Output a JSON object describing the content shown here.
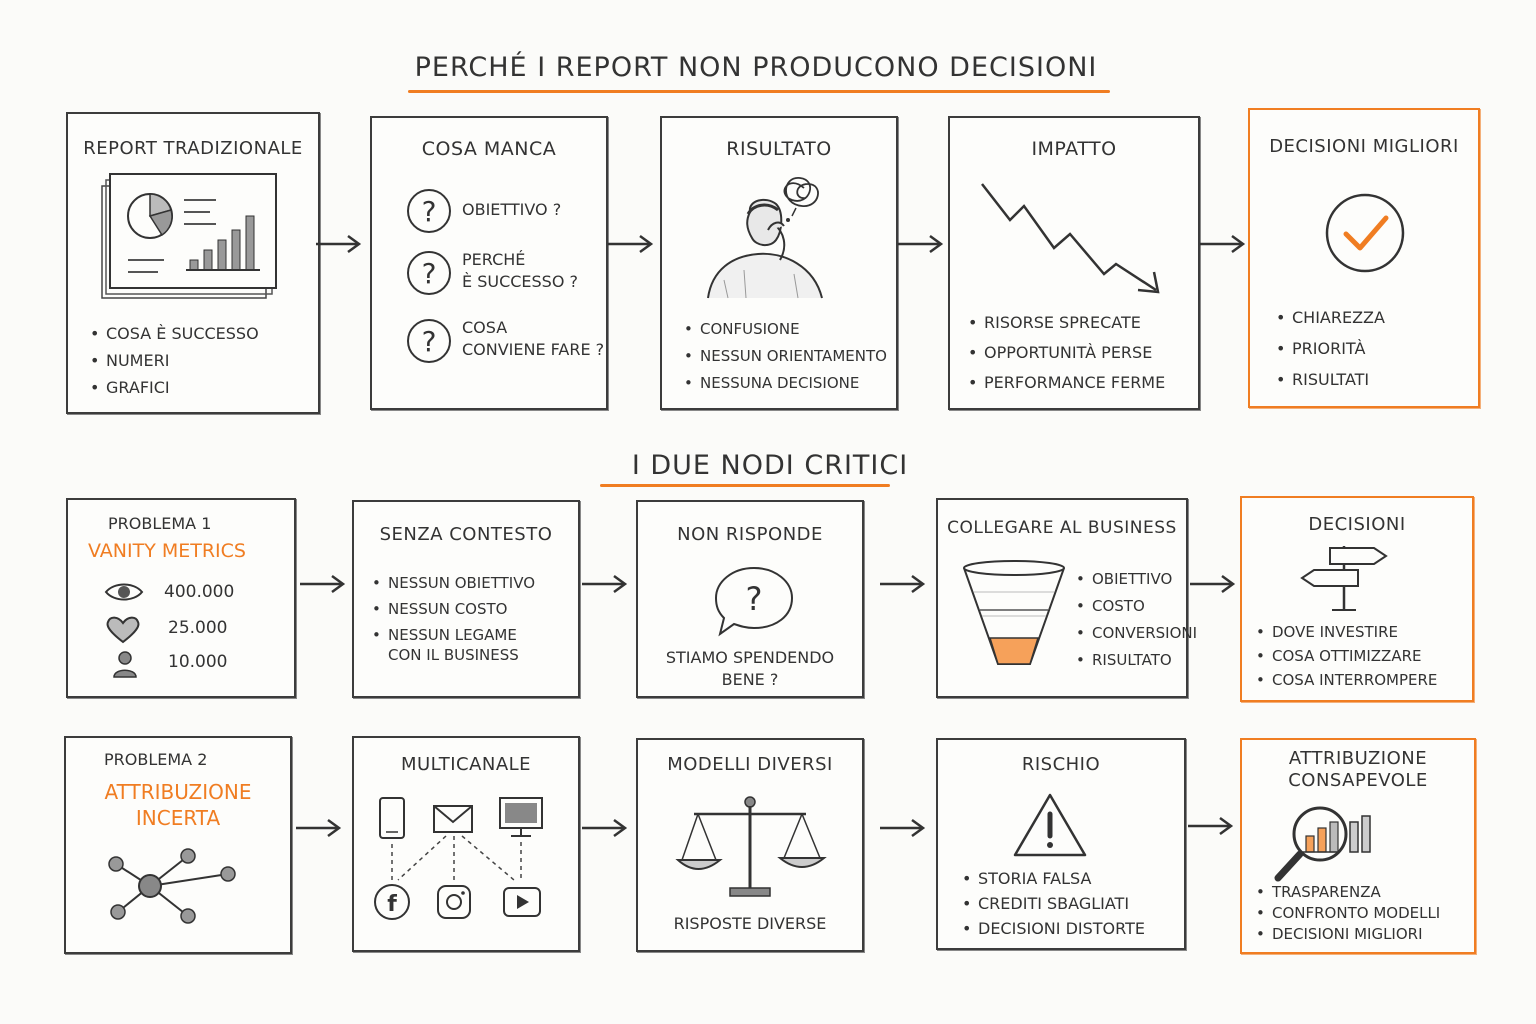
{
  "titles": {
    "main": "PERCHÉ I REPORT NON PRODUCONO DECISIONI",
    "section2": "I DUE NODI CRITICI"
  },
  "row1": [
    {
      "title": "REPORT TRADIZIONALE",
      "bullets": [
        "COSA È SUCCESSO",
        "NUMERI",
        "GRAFICI"
      ]
    },
    {
      "title": "COSA MANCA",
      "questions": [
        [
          "OBIETTIVO ?"
        ],
        [
          "PERCHÉ",
          "È SUCCESSO ?"
        ],
        [
          "COSA",
          "CONVIENE FARE ?"
        ]
      ]
    },
    {
      "title": "RISULTATO",
      "bullets": [
        "CONFUSIONE",
        "NESSUN ORIENTAMENTO",
        "NESSUNA DECISIONE"
      ]
    },
    {
      "title": "IMPATTO",
      "bullets": [
        "RISORSE SPRECATE",
        "OPPORTUNITÀ PERSE",
        "PERFORMANCE FERME"
      ]
    },
    {
      "title": "DECISIONI MIGLIORI",
      "bullets": [
        "CHIAREZZA",
        "PRIORITÀ",
        "RISULTATI"
      ]
    }
  ],
  "row2": [
    {
      "label": "PROBLEMA 1",
      "highlight": "VANITY METRICS",
      "metrics": [
        {
          "icon": "eye-icon",
          "value": "400.000"
        },
        {
          "icon": "heart-icon",
          "value": "25.000"
        },
        {
          "icon": "user-icon",
          "value": "10.000"
        }
      ]
    },
    {
      "title": "SENZA CONTESTO",
      "bullets": [
        "NESSUN OBIETTIVO",
        "NESSUN COSTO",
        "NESSUN LEGAME"
      ],
      "bullet_continuation": "CON IL BUSINESS"
    },
    {
      "title": "NON RISPONDE",
      "caption": [
        "STIAMO SPENDENDO",
        "BENE ?"
      ]
    },
    {
      "title": "COLLEGARE AL BUSINESS",
      "bullets": [
        "OBIETTIVO",
        "COSTO",
        "CONVERSIONI",
        "RISULTATO"
      ]
    },
    {
      "title": "DECISIONI",
      "bullets": [
        "DOVE INVESTIRE",
        "COSA OTTIMIZZARE",
        "COSA INTERROMPERE"
      ]
    }
  ],
  "row3": [
    {
      "label": "PROBLEMA 2",
      "highlight": [
        "ATTRIBUZIONE",
        "INCERTA"
      ]
    },
    {
      "title": "MULTICANALE"
    },
    {
      "title": "MODELLI DIVERSI",
      "caption": "RISPOSTE DIVERSE"
    },
    {
      "title": "RISCHIO",
      "bullets": [
        "STORIA FALSA",
        "CREDITI SBAGLIATI",
        "DECISIONI DISTORTE"
      ]
    },
    {
      "title": [
        "ATTRIBUZIONE",
        "CONSAPEVOLE"
      ],
      "bullets": [
        "TRASPARENZA",
        "CONFRONTO MODELLI",
        "DECISIONI MIGLIORI"
      ]
    }
  ],
  "colors": {
    "accent": "#f07d22",
    "ink": "#333333"
  }
}
